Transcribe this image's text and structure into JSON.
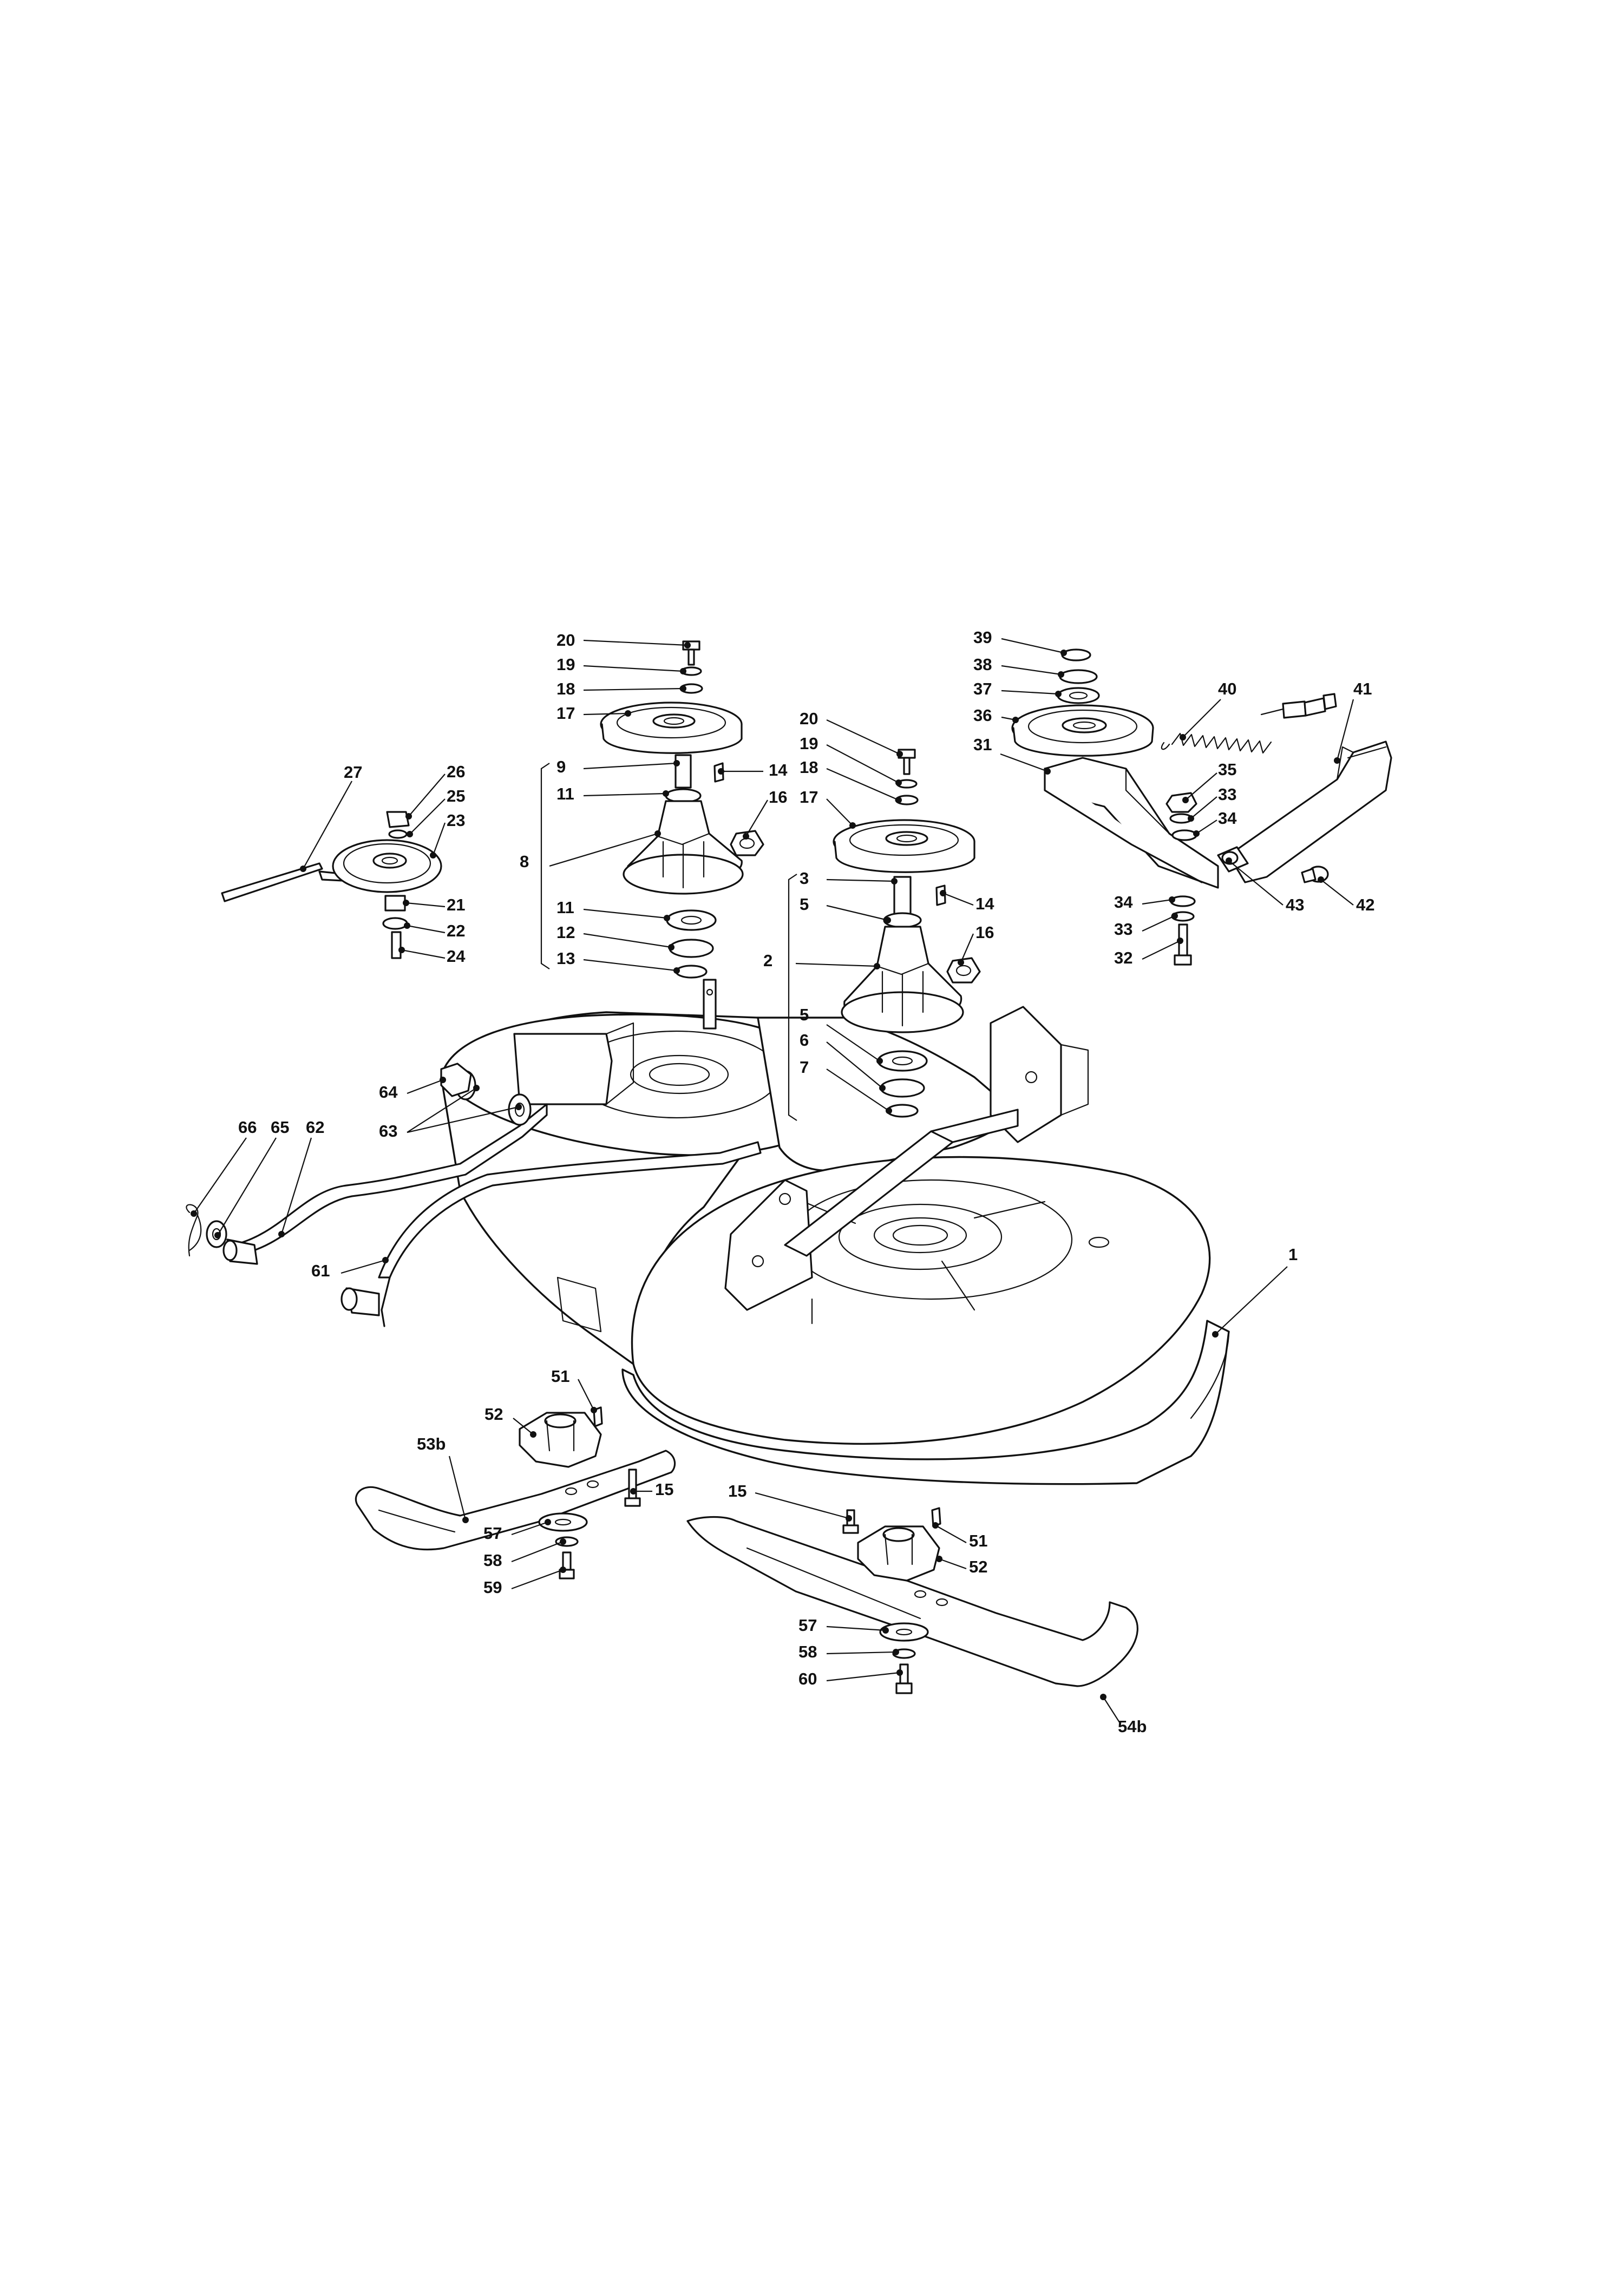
{
  "diagram": {
    "callouts": [
      {
        "id": "p1",
        "text": "1"
      },
      {
        "id": "p2",
        "text": "2"
      },
      {
        "id": "p3",
        "text": "3"
      },
      {
        "id": "p5a",
        "text": "5"
      },
      {
        "id": "p5b",
        "text": "5"
      },
      {
        "id": "p6",
        "text": "6"
      },
      {
        "id": "p7",
        "text": "7"
      },
      {
        "id": "p8",
        "text": "8"
      },
      {
        "id": "p9",
        "text": "9"
      },
      {
        "id": "p11a",
        "text": "11"
      },
      {
        "id": "p11b",
        "text": "11"
      },
      {
        "id": "p12",
        "text": "12"
      },
      {
        "id": "p13",
        "text": "13"
      },
      {
        "id": "p14a",
        "text": "14"
      },
      {
        "id": "p14b",
        "text": "14"
      },
      {
        "id": "p15a",
        "text": "15"
      },
      {
        "id": "p15b",
        "text": "15"
      },
      {
        "id": "p16a",
        "text": "16"
      },
      {
        "id": "p16b",
        "text": "16"
      },
      {
        "id": "p17a",
        "text": "17"
      },
      {
        "id": "p17b",
        "text": "17"
      },
      {
        "id": "p18a",
        "text": "18"
      },
      {
        "id": "p18b",
        "text": "18"
      },
      {
        "id": "p19a",
        "text": "19"
      },
      {
        "id": "p19b",
        "text": "19"
      },
      {
        "id": "p20a",
        "text": "20"
      },
      {
        "id": "p20b",
        "text": "20"
      },
      {
        "id": "p21",
        "text": "21"
      },
      {
        "id": "p22",
        "text": "22"
      },
      {
        "id": "p23",
        "text": "23"
      },
      {
        "id": "p24",
        "text": "24"
      },
      {
        "id": "p25",
        "text": "25"
      },
      {
        "id": "p26",
        "text": "26"
      },
      {
        "id": "p27",
        "text": "27"
      },
      {
        "id": "p31",
        "text": "31"
      },
      {
        "id": "p32",
        "text": "32"
      },
      {
        "id": "p33a",
        "text": "33"
      },
      {
        "id": "p33b",
        "text": "33"
      },
      {
        "id": "p34a",
        "text": "34"
      },
      {
        "id": "p34b",
        "text": "34"
      },
      {
        "id": "p35",
        "text": "35"
      },
      {
        "id": "p36",
        "text": "36"
      },
      {
        "id": "p37",
        "text": "37"
      },
      {
        "id": "p38",
        "text": "38"
      },
      {
        "id": "p39",
        "text": "39"
      },
      {
        "id": "p40",
        "text": "40"
      },
      {
        "id": "p41",
        "text": "41"
      },
      {
        "id": "p42",
        "text": "42"
      },
      {
        "id": "p43",
        "text": "43"
      },
      {
        "id": "p51a",
        "text": "51"
      },
      {
        "id": "p51b",
        "text": "51"
      },
      {
        "id": "p52a",
        "text": "52"
      },
      {
        "id": "p52b",
        "text": "52"
      },
      {
        "id": "p53b",
        "text": "53b"
      },
      {
        "id": "p54b",
        "text": "54b"
      },
      {
        "id": "p57a",
        "text": "57"
      },
      {
        "id": "p57b",
        "text": "57"
      },
      {
        "id": "p58a",
        "text": "58"
      },
      {
        "id": "p58b",
        "text": "58"
      },
      {
        "id": "p59",
        "text": "59"
      },
      {
        "id": "p60",
        "text": "60"
      },
      {
        "id": "p61",
        "text": "61"
      },
      {
        "id": "p62",
        "text": "62"
      },
      {
        "id": "p63",
        "text": "63"
      },
      {
        "id": "p64",
        "text": "64"
      },
      {
        "id": "p65",
        "text": "65"
      },
      {
        "id": "p66",
        "text": "66"
      }
    ]
  }
}
